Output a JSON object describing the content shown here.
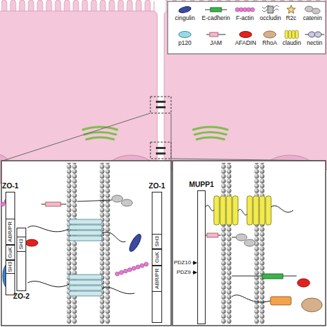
{
  "diagram": {
    "nodes": [
      {
        "text": [
          "ZO-1"
        ]
      },
      {
        "text": [
          "ABR/PR"
        ],
        "in": 0
      },
      {
        "text": [
          "GuK"
        ],
        "in": 0
      },
      {
        "text": [
          "SH3"
        ],
        "in": 0
      },
      {
        "text": [
          "ZO-2"
        ]
      },
      {
        "text": [
          "SH3"
        ],
        "in": 4
      },
      {
        "text": [
          "ZO-1"
        ]
      },
      {
        "text": [
          "SH3"
        ],
        "in": 6
      },
      {
        "text": [
          "GuK"
        ],
        "in": 6
      },
      {
        "text": [
          "ABR/PR"
        ],
        "in": 6
      },
      {
        "text": [
          "MUPP1"
        ]
      }
    ],
    "labels": [
      "PDZ10",
      "PDZ9"
    ],
    "legend": [
      {
        "text": "cingulin"
      },
      {
        "text": "E-cadherin"
      },
      {
        "text": "F-actin"
      },
      {
        "text": "occludin"
      },
      {
        "text": "R2c"
      },
      {
        "text": "catenin"
      },
      {
        "text": "p120"
      },
      {
        "text": "JAM"
      },
      {
        "text": "AFADIN"
      },
      {
        "text": "RhoA"
      },
      {
        "text": "claudin"
      },
      {
        "text": "nectin"
      }
    ]
  }
}
